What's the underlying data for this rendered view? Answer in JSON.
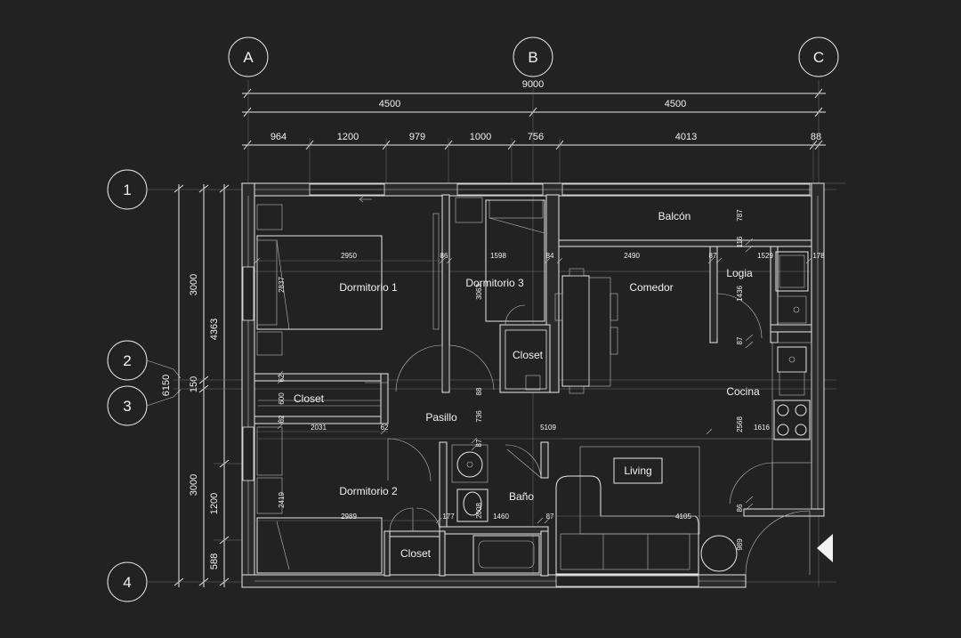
{
  "grid": {
    "columns": [
      "A",
      "B",
      "C"
    ],
    "rows": [
      "1",
      "2",
      "3",
      "4"
    ]
  },
  "dimensions": {
    "top_total": "9000",
    "top_halves": [
      "4500",
      "4500"
    ],
    "top_parts": [
      "964",
      "1200",
      "979",
      "1000",
      "756",
      "4013",
      "88"
    ],
    "left_total": "6150",
    "left_parts_a": [
      "3000",
      "150",
      "3000"
    ],
    "left_parts_b": [
      "4363",
      "1200",
      "588"
    ]
  },
  "rooms": {
    "balcon": "Balcón",
    "dormitorio1": "Dormitorio 1",
    "dormitorio3": "Dormitorio 3",
    "comedor": "Comedor",
    "logia": "Logia",
    "closet_d3": "Closet",
    "closet_pasillo": "Closet",
    "pasillo": "Pasillo",
    "cocina": "Cocina",
    "living": "Living",
    "bano": "Baño",
    "dormitorio2": "Dormitorio 2",
    "closet_d2": "Closet"
  },
  "inner_dims": {
    "d1_width": "2950",
    "d1_height": "2837",
    "d1_wall": "86",
    "d3_width": "1598",
    "d3_height": "3063",
    "d3_wall": "84",
    "comedor_width": "2490",
    "logia_wall": "87",
    "balcon_depth": "787",
    "logia_small": "116",
    "logia_width": "1529",
    "cocina_wall": "178",
    "logia_depth": "1436",
    "logia_wall2": "87",
    "closet_62a": "62",
    "closet_600": "600",
    "closet_62b": "62",
    "pasillo_2031": "2031",
    "pasillo_62": "62",
    "pasillo_88": "88",
    "pasillo_736": "736",
    "pasillo_87": "87",
    "pasillo_5109": "5109",
    "cocina_2568": "2568",
    "cocina_1616": "1616",
    "d2_height": "2419",
    "d2_width": "2989",
    "bano_177": "177",
    "bano_2008": "2008",
    "bano_1460": "1460",
    "bano_87": "87",
    "living_4105": "4105",
    "cocina_86": "86",
    "entry_989": "989"
  }
}
